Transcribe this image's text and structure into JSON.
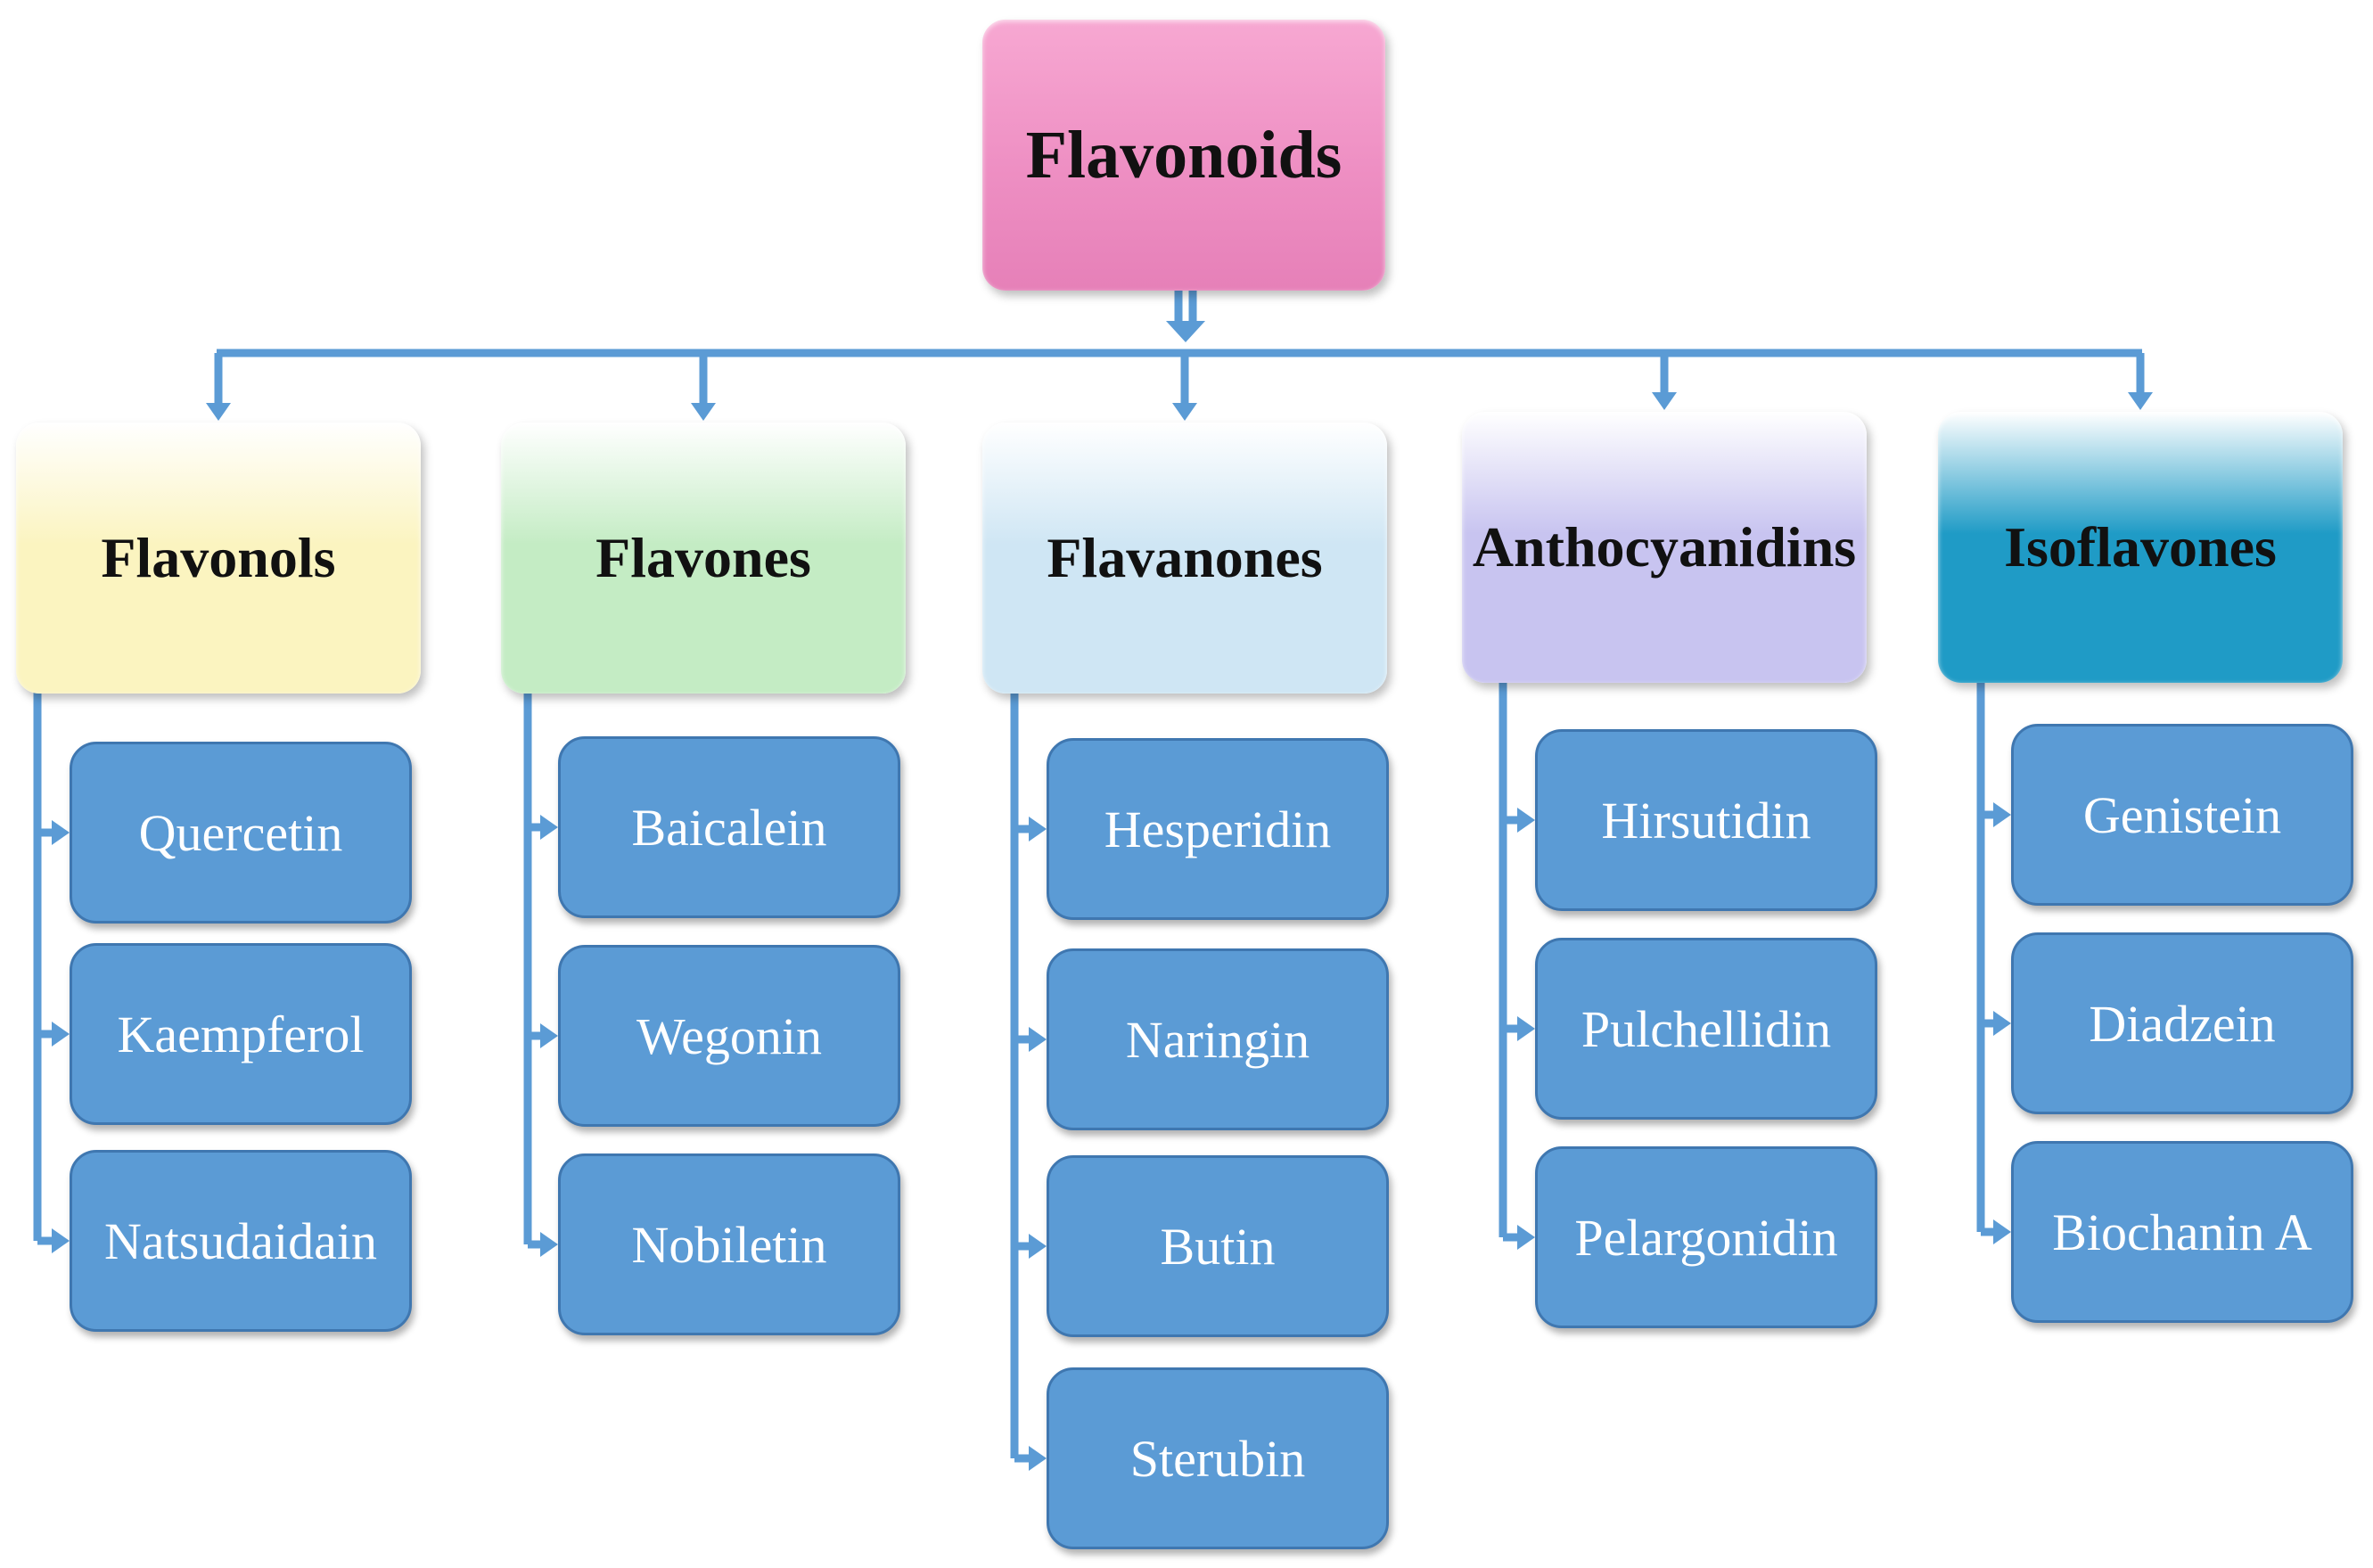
{
  "root": {
    "label": "Flavonoids"
  },
  "categories": [
    {
      "label": "Flavonols",
      "color": "#fbf4c0",
      "items": [
        "Quercetin",
        "Kaempferol",
        "Natsudaidain"
      ]
    },
    {
      "label": "Flavones",
      "color": "#c4ecc4",
      "items": [
        "Baicalein",
        "Wegonin",
        "Nobiletin"
      ]
    },
    {
      "label": "Flavanones",
      "color": "#cfe6f4",
      "items": [
        "Hesperidin",
        "Naringin",
        "Butin",
        "Sterubin"
      ]
    },
    {
      "label": "Anthocyanidins",
      "color": "#c8c4f0",
      "items": [
        "Hirsutidin",
        "Pulchellidin",
        "Pelargonidin"
      ]
    },
    {
      "label": "Isoflavones",
      "color": "#1f9bc6",
      "items": [
        "Genistein",
        "Diadzein",
        "Biochanin A"
      ]
    }
  ],
  "colors": {
    "leaf_fill": "#5b9bd5",
    "connector": "#5b9bd5",
    "root_fill": "#ee8fc3"
  }
}
